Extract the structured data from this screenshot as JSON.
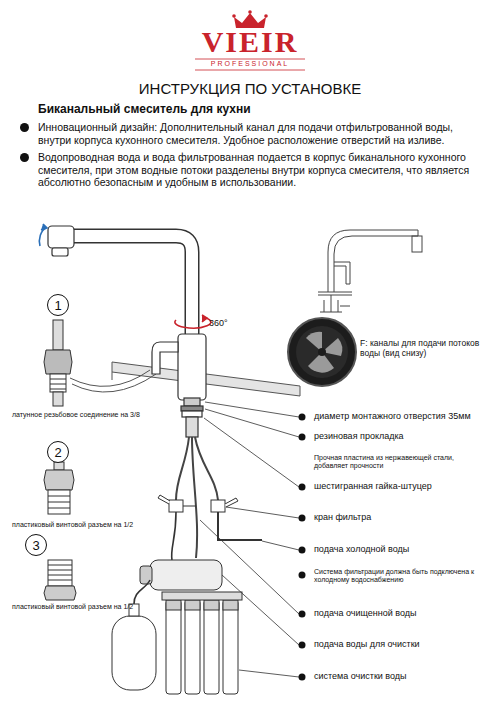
{
  "diagram": {
    "title": "ИНСТРУКЦИЯ ПО УСТАНОВКЕ",
    "nodes": [
      {
        "text": [
          "1"
        ]
      },
      {
        "text": [
          "2"
        ]
      },
      {
        "text": [
          "3"
        ]
      }
    ],
    "labels": [
      "VIEIR",
      "PROFESSIONAL",
      "Биканальный смеситель для кухни",
      "Инновационный дизайн: Дополнительный канал для подачи отфильтрованной воды, внутри корпуса кухонного смесителя. Удобное расположение отверстий на изливе.",
      "Водопроводная вода и вода фильтрованная подается в корпус биканального кухонного смесителя, при этом водные потоки разделены внутри корпуса смесителя, что является абсолютно безопасным и удобным в использовании.",
      "360°",
      "F: каналы для подачи потоков воды (вид снизу)",
      "латунное резьбовое соединение на 3/8",
      "пластиковый винтовой разъем на 1/2",
      "пластиковый винтовой разъем на 1/2",
      "диаметр монтажного отверстия 35мм",
      "резиновая прокладка",
      "Прочная пластина из нержавеющей стали, добавляет прочности",
      "шестигранная гайка-штуцер",
      "кран фильтра",
      "подача холодной воды",
      "Система фильтрации должна быть подключена к холодному водоснабжению",
      "подача очищенной воды",
      "подача воды для очистки",
      "система очистки воды"
    ]
  }
}
